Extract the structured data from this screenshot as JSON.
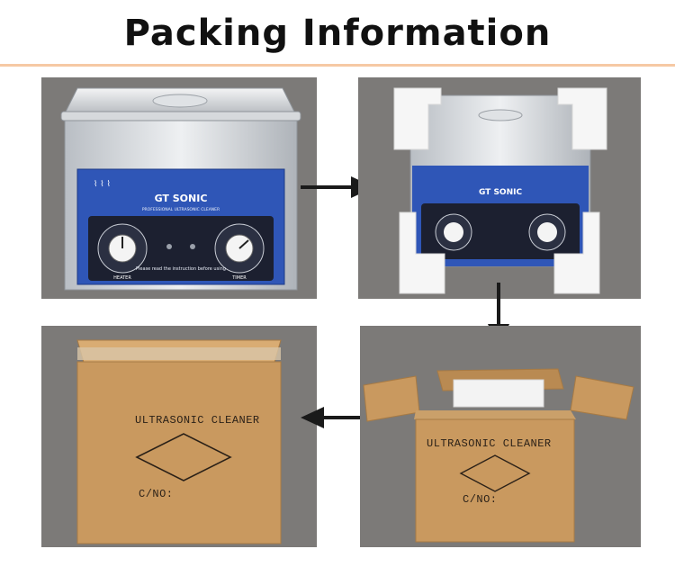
{
  "header": {
    "title": "Packing Information"
  },
  "cleaner": {
    "brand": "GT SONIC",
    "subtitle": "PROFESSIONAL ULTRASONIC CLEANER",
    "notice": "Please read the instruction before using",
    "left_knob": "HEATER",
    "right_knob": "TIMER"
  },
  "carton": {
    "label": "ULTRASONIC CLEANER",
    "cno": "C/NO:"
  },
  "colors": {
    "panel_bg": "#7c7a78",
    "accent_rule": "#f6c9a4",
    "panel_blue": "#2f56b7",
    "cardboard": "#c9995f",
    "arrow": "#1a1a1a"
  },
  "icons": [
    "arrow-right-icon",
    "arrow-down-icon",
    "arrow-left-icon"
  ]
}
